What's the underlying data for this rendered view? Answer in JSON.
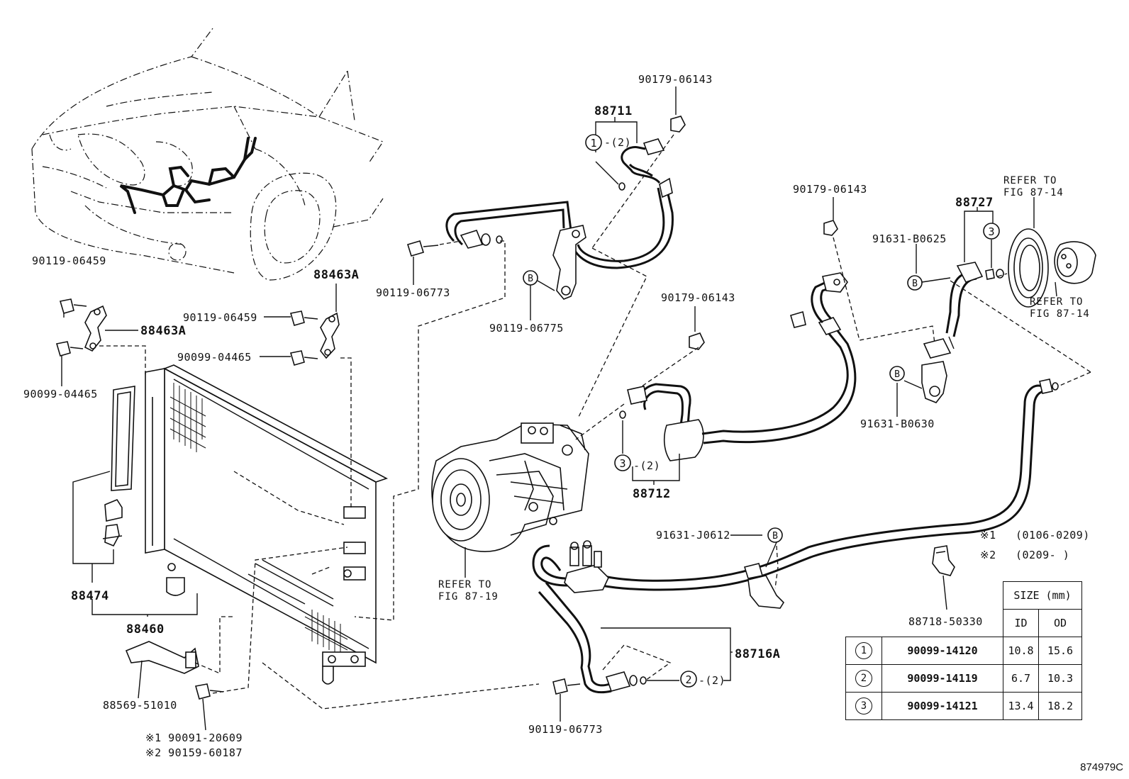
{
  "labels": {
    "p90179_06143_a": "90179-06143",
    "p88711": "88711",
    "p88711_qty": "-(2)",
    "p90119_06773_a": "90119-06773",
    "p90119_06775": "90119-06775",
    "p90179_06143_b": "90179-06143",
    "p88727": "88727",
    "p91631_B0625": "91631-B0625",
    "p90179_06143_c": "90179-06143",
    "p91631_B0630": "91631-B0630",
    "p88712": "88712",
    "p88712_qty": "-(2)",
    "p91631_J0612": "91631-J0612",
    "p88718_50330": "88718-50330",
    "p88716A": "88716A",
    "p88716A_qty": "-(2)",
    "p90119_06773_b": "90119-06773",
    "p90119_06459_a": "90119-06459",
    "p88463A_a": "88463A",
    "p88463A_b": "88463A",
    "p90119_06459_b": "90119-06459",
    "p90099_04465_a": "90099-04465",
    "p90099_04465_b": "90099-04465",
    "p88474": "88474",
    "p88460": "88460",
    "p88569_51010": "88569-51010",
    "note1_part": "※1 90091-20609",
    "note2_part": "※2 90159-60187",
    "refer_87_14_a_1": "REFER TO",
    "refer_87_14_a_2": "FIG 87-14",
    "refer_87_14_b_1": "REFER TO",
    "refer_87_14_b_2": "FIG 87-14",
    "refer_87_19_1": "REFER TO",
    "refer_87_19_2": "FIG 87-19",
    "legend1_mark": "※1",
    "legend1_range": "(0106-0209)",
    "legend2_mark": "※2",
    "legend2_range": "(0209-      )",
    "callout_B": "B",
    "callout_1": "1",
    "callout_2": "2",
    "callout_3": "3"
  },
  "size_table": {
    "title": "SIZE (mm)",
    "col_id": "ID",
    "col_od": "OD",
    "rows": [
      {
        "symbol": "1",
        "part": "90099-14120",
        "id": "10.8",
        "od": "15.6"
      },
      {
        "symbol": "2",
        "part": "90099-14119",
        "id": "6.7",
        "od": "10.3"
      },
      {
        "symbol": "3",
        "part": "90099-14121",
        "id": "13.4",
        "od": "18.2"
      }
    ]
  },
  "diagram_code": "874979C"
}
